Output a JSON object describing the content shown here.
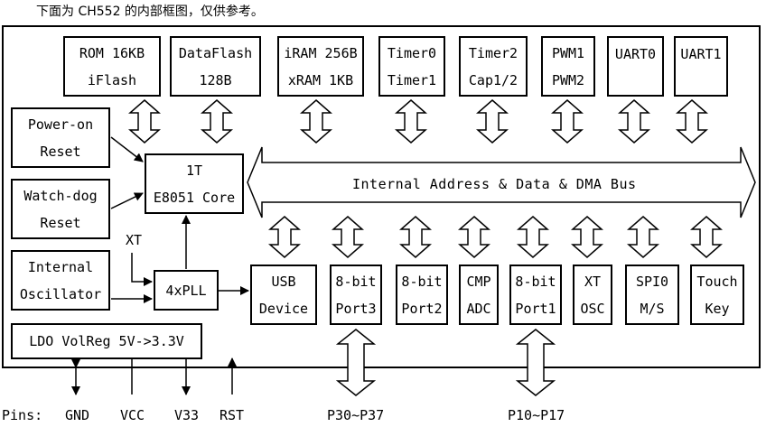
{
  "caption": "下面为 CH552 的内部框图，仅供参考。",
  "top_blocks": [
    {
      "l1": "ROM 16KB",
      "l2": "iFlash"
    },
    {
      "l1": "DataFlash",
      "l2": "128B"
    },
    {
      "l1": "iRAM 256B",
      "l2": "xRAM 1KB"
    },
    {
      "l1": "Timer0",
      "l2": "Timer1"
    },
    {
      "l1": "Timer2",
      "l2": "Cap1/2"
    },
    {
      "l1": "PWM1",
      "l2": "PWM2"
    },
    {
      "l1": "UART0",
      "l2": ""
    },
    {
      "l1": "UART1",
      "l2": ""
    }
  ],
  "left_blocks": {
    "power_on": {
      "l1": "Power-on",
      "l2": "Reset"
    },
    "watchdog": {
      "l1": "Watch-dog",
      "l2": "Reset"
    },
    "oscillator": {
      "l1": "Internal",
      "l2": "Oscillator"
    },
    "ldo": "LDO VolReg 5V->3.3V"
  },
  "core": {
    "l1": "1T",
    "l2": "E8051 Core"
  },
  "pll": "4xPLL",
  "xt_label": "XT",
  "bus_label": "Internal Address & Data & DMA Bus",
  "bottom_blocks": [
    {
      "l1": "USB",
      "l2": "Device"
    },
    {
      "l1": "8-bit",
      "l2": "Port3"
    },
    {
      "l1": "8-bit",
      "l2": "Port2"
    },
    {
      "l1": "CMP",
      "l2": "ADC"
    },
    {
      "l1": "8-bit",
      "l2": "Port1"
    },
    {
      "l1": "XT",
      "l2": "OSC"
    },
    {
      "l1": "SPI0",
      "l2": "M/S"
    },
    {
      "l1": "Touch",
      "l2": "Key"
    }
  ],
  "pins": {
    "label": "Pins:",
    "gnd": "GND",
    "vcc": "VCC",
    "v33": "V33",
    "rst": "RST",
    "p3": "P30~P37",
    "p1": "P10~P17"
  }
}
